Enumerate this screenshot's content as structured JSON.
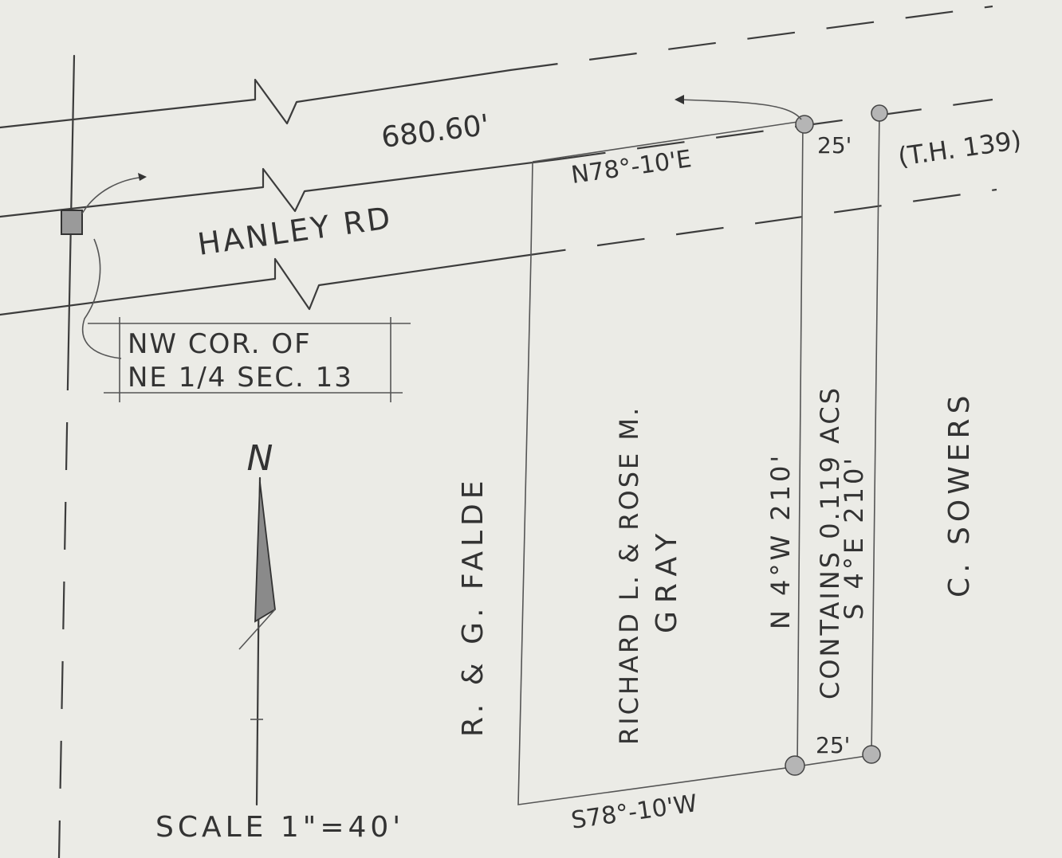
{
  "road": {
    "name": "HANLEY RD",
    "length": "680.60'",
    "bearing_north": "N78°-10'E",
    "route": "(T.H. 139)"
  },
  "corner_label": {
    "line1": "NW COR. OF",
    "line2": "NE 1/4 SEC. 13"
  },
  "parcel": {
    "bearing_south": "S78°-10'W",
    "bearing_west": "N 4°W 210'",
    "bearing_east": "S 4°E 210'",
    "area": "CONTAINS 0.119 ACS",
    "owner_line1": "RICHARD L. & ROSE M.",
    "owner_line2": "GRAY",
    "width_top": "25'",
    "width_bottom": "25'"
  },
  "neighbors": {
    "west": "R. & G. FALDE",
    "east": "C. SOWERS"
  },
  "north_arrow": {
    "letter": "N"
  },
  "scale": "SCALE 1\"=40'"
}
